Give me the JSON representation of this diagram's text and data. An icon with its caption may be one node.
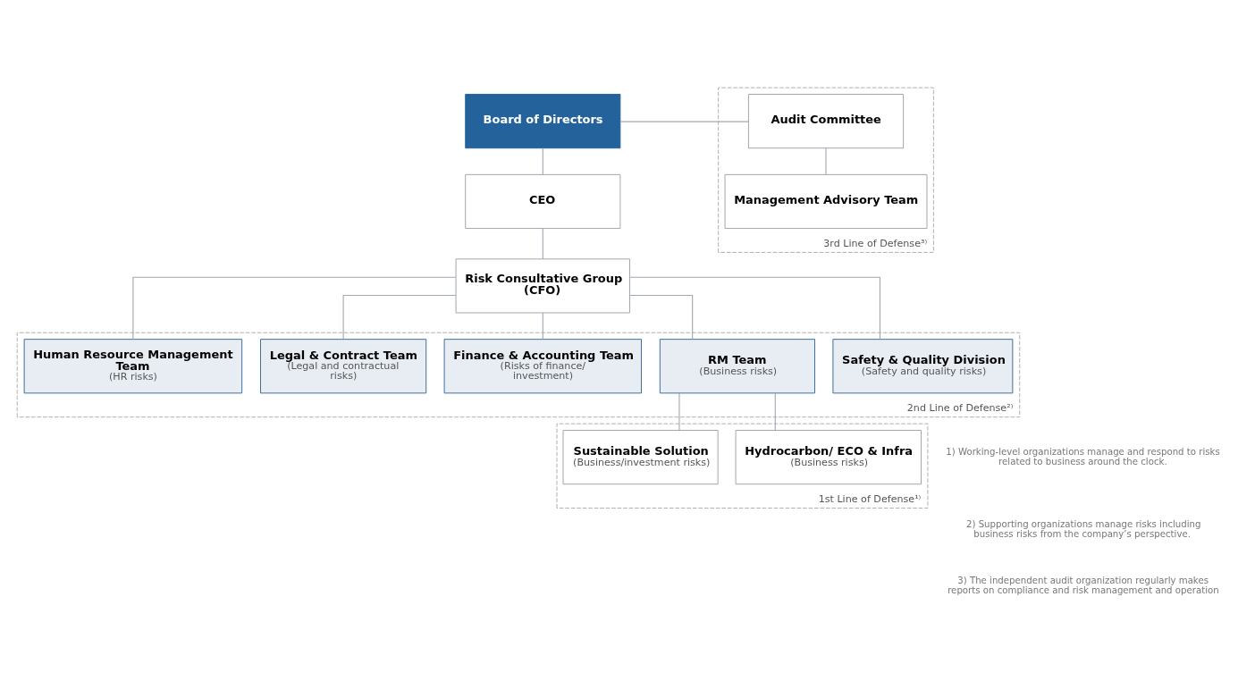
{
  "diagram": {
    "nodes": [
      {
        "text": [
          "Board of Directors"
        ]
      },
      {
        "text": [
          "CEO"
        ]
      },
      {
        "text": [
          "Risk Consultative Group (CFO)"
        ]
      },
      {
        "text": [
          "3rd Line of Defense³⁾"
        ]
      },
      {
        "text": [
          "Audit Committee"
        ],
        "in": 3
      },
      {
        "text": [
          "Management Advisory Team"
        ],
        "in": 3
      },
      {
        "text": [
          "2nd Line of Defense²⁾"
        ]
      },
      {
        "text": [
          "Safety & Quality Division",
          "(Safety and quality risks)"
        ],
        "in": 6
      },
      {
        "text": [
          "RM Team",
          "(Business risks)"
        ],
        "in": 6
      },
      {
        "text": [
          "Finance & Accounting Team",
          "(Risks of finance/ investment)"
        ],
        "in": 6
      },
      {
        "text": [
          "Legal & Contract Team",
          "(Legal and contractual risks)"
        ],
        "in": 6
      },
      {
        "text": [
          "Human Resource Management Team",
          "(HR risks)"
        ],
        "in": 6
      },
      {
        "text": [
          "1st Line of Defense¹⁾"
        ]
      },
      {
        "text": [
          "Hydrocarbon/ ECO & Infra",
          "(Business risks)"
        ],
        "in": 12
      },
      {
        "text": [
          "Sustainable Solution",
          "(Business/investment risks)"
        ],
        "in": 12
      }
    ],
    "edges": [
      {
        "from": 0,
        "to": 1,
        "arrow": "none"
      },
      {
        "from": 1,
        "to": 2,
        "arrow": "none"
      },
      {
        "from": 0,
        "to": 4,
        "arrow": "none"
      },
      {
        "from": 4,
        "to": 5,
        "arrow": "none"
      },
      {
        "from": 2,
        "to": 7,
        "arrow": "none"
      },
      {
        "from": 2,
        "to": 8,
        "arrow": "none"
      },
      {
        "from": 2,
        "to": 9,
        "arrow": "none"
      },
      {
        "from": 2,
        "to": 10,
        "arrow": "none"
      },
      {
        "from": 2,
        "to": 11,
        "arrow": "none"
      },
      {
        "from": 8,
        "to": 13,
        "arrow": "none"
      },
      {
        "from": 8,
        "to": 14,
        "arrow": "none"
      }
    ],
    "labels": [
      "1) Working-level organizations manage and respond to risks related to business around the clock.",
      "2) Supporting organizations manage risks including business risks from the company’s perspective.",
      "3) The independent audit organization regularly makes reports on compliance and risk management and operation"
    ]
  }
}
